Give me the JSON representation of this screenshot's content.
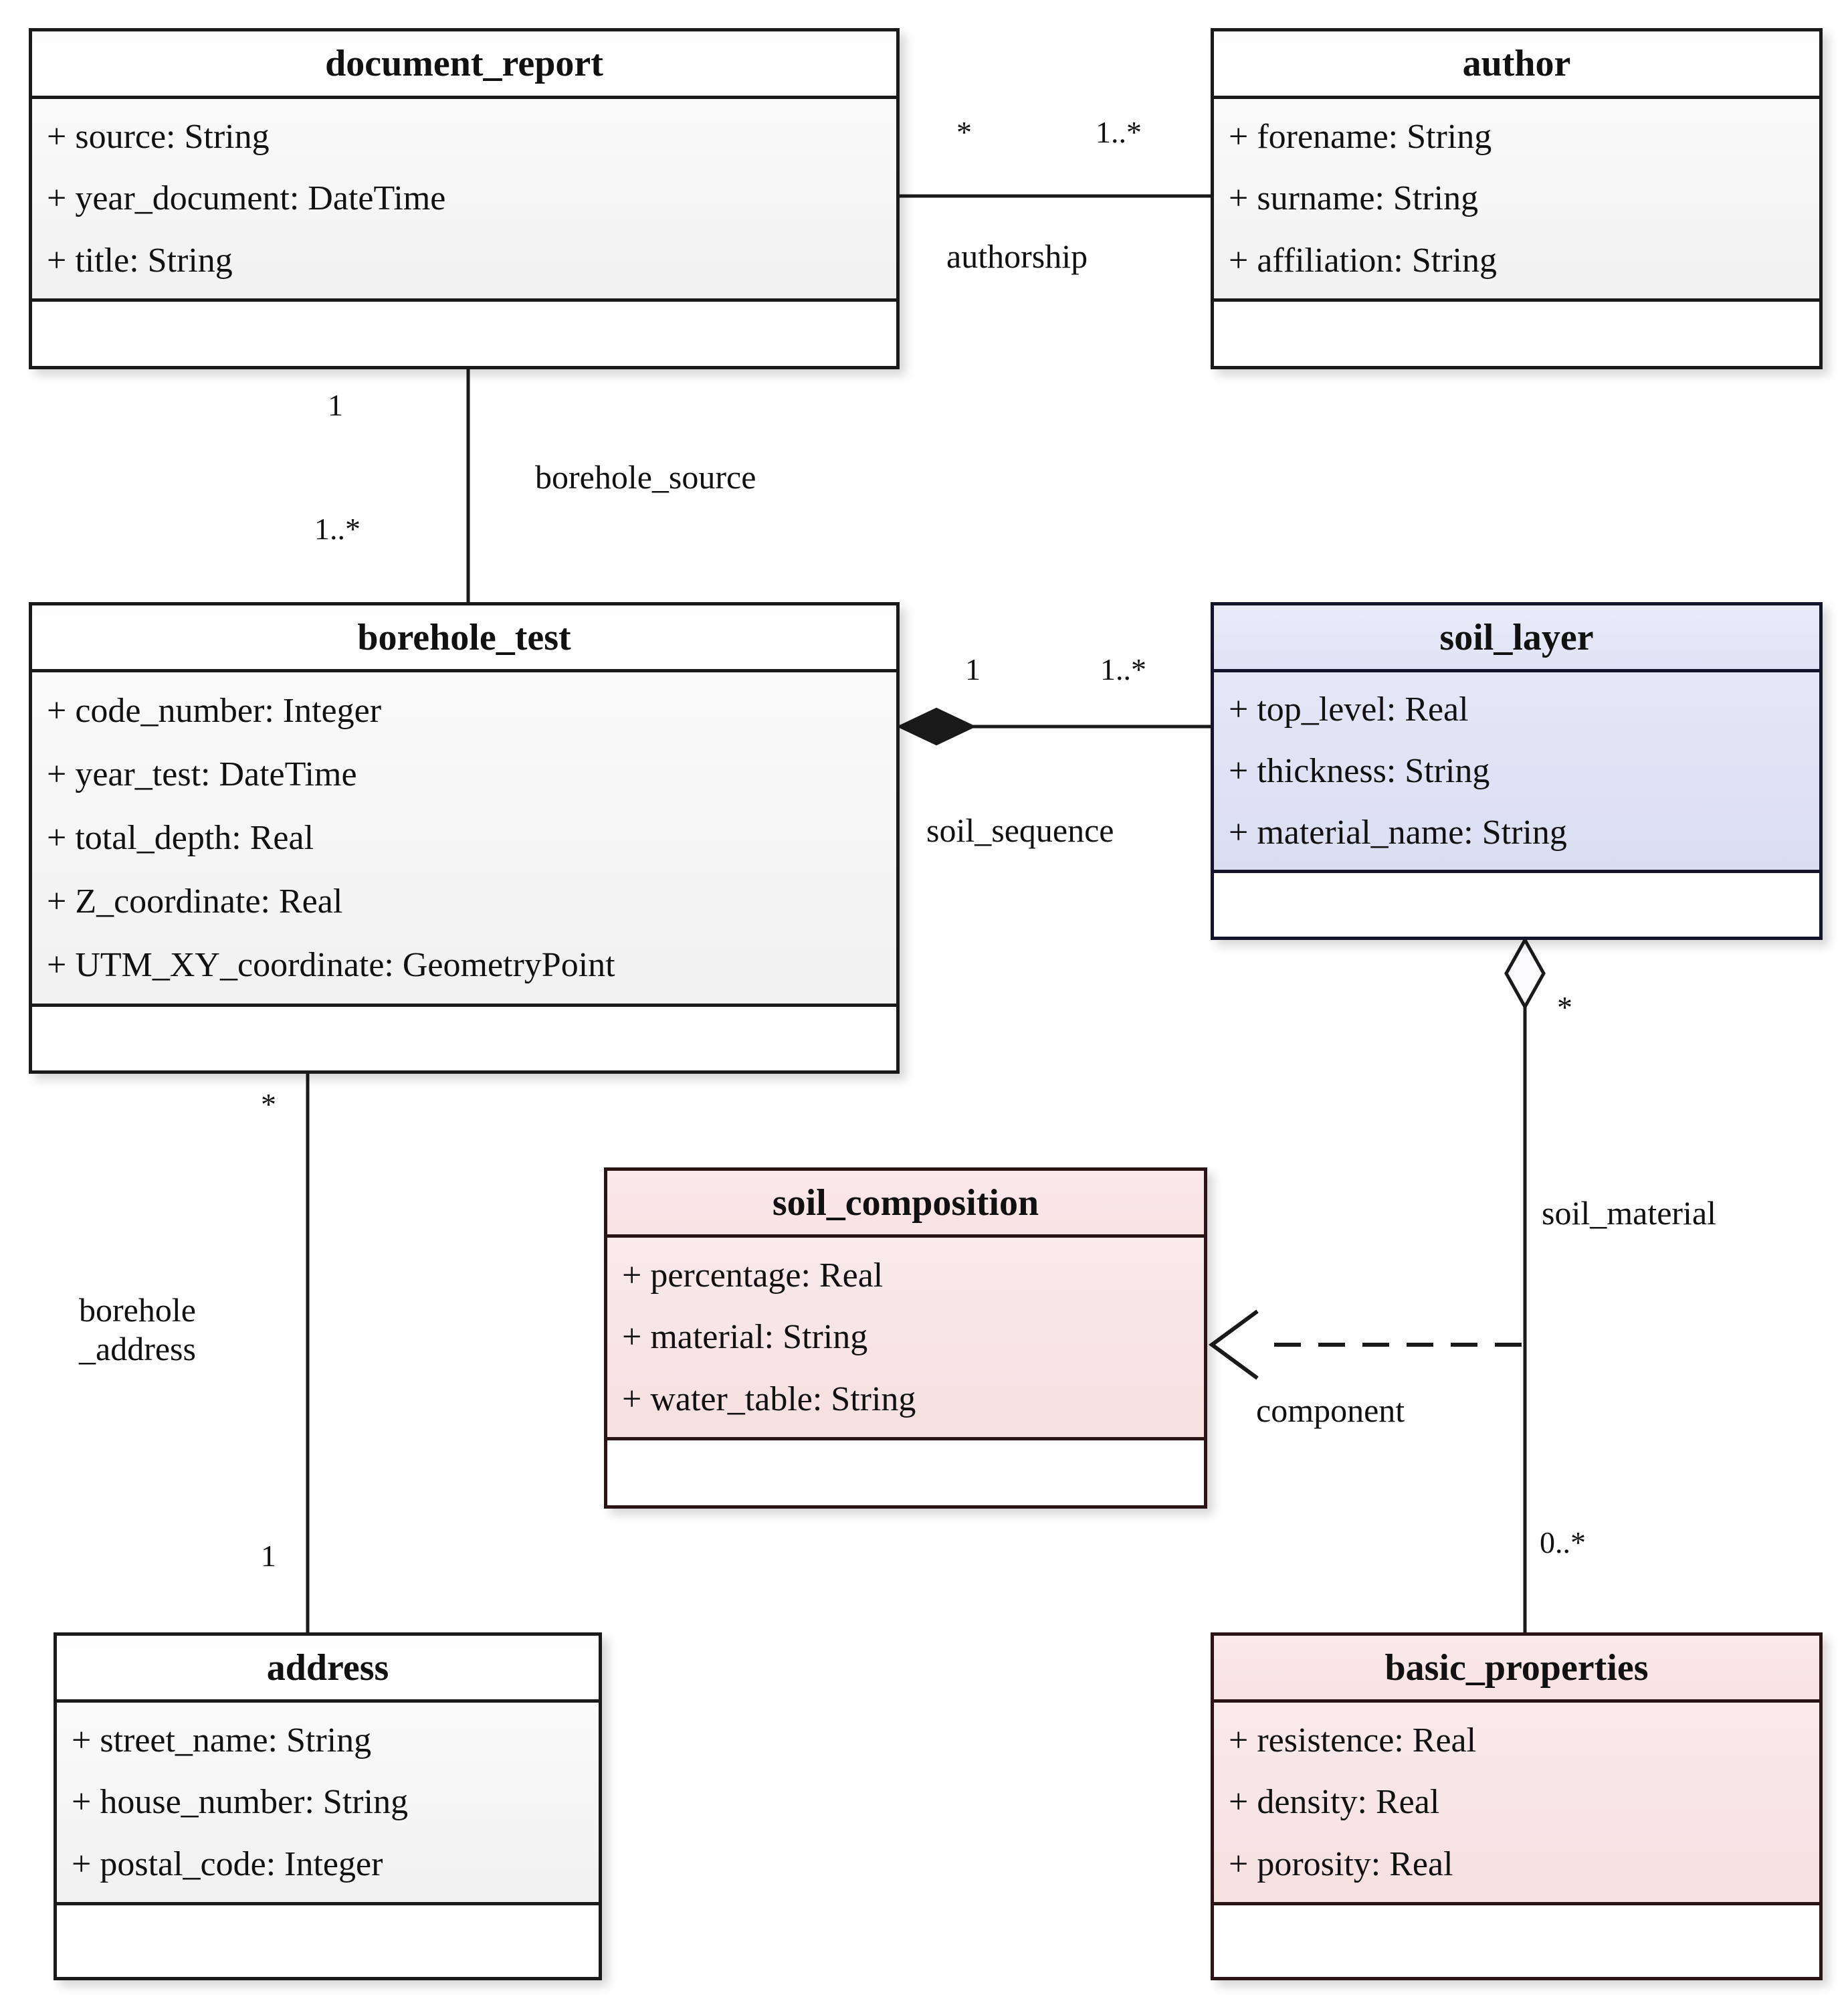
{
  "diagram": {
    "type": "uml-class-diagram",
    "colors": {
      "grey_fill": "#f2f2f2",
      "blue_fill": "#e0e3f5",
      "pink_fill": "#f8e3e3",
      "stroke": "#1a1a1a",
      "background": "#ffffff"
    }
  },
  "classes": [
    {
      "id": "document_report",
      "name": "document_report",
      "theme": "grey",
      "attributes": [
        "+ source: String",
        "+ year_document: DateTime",
        "+ title: String"
      ],
      "operations": []
    },
    {
      "id": "author",
      "name": "author",
      "theme": "grey",
      "attributes": [
        "+ forename: String",
        "+ surname: String",
        "+ affiliation: String"
      ],
      "operations": []
    },
    {
      "id": "borehole_test",
      "name": "borehole_test",
      "theme": "grey",
      "attributes": [
        "+ code_number: Integer",
        "+ year_test: DateTime",
        "+ total_depth: Real",
        "+ Z_coordinate: Real",
        "+ UTM_XY_coordinate: GeometryPoint"
      ],
      "operations": []
    },
    {
      "id": "soil_layer",
      "name": "soil_layer",
      "theme": "blue",
      "attributes": [
        "+ top_level: Real",
        "+ thickness: String",
        "+ material_name: String"
      ],
      "operations": []
    },
    {
      "id": "soil_composition",
      "name": "soil_composition",
      "theme": "pink",
      "attributes": [
        "+ percentage: Real",
        "+ material: String",
        "+ water_table: String"
      ],
      "operations": []
    },
    {
      "id": "address",
      "name": "address",
      "theme": "grey",
      "attributes": [
        "+ street_name: String",
        "+ house_number: String",
        "+ postal_code: Integer"
      ],
      "operations": []
    },
    {
      "id": "basic_properties",
      "name": "basic_properties",
      "theme": "pink",
      "attributes": [
        "+ resistence: Real",
        "+ density: Real",
        "+ porosity: Real"
      ],
      "operations": []
    }
  ],
  "relationships": [
    {
      "id": "authorship",
      "label": "authorship",
      "from": "document_report",
      "to": "author",
      "kind": "association",
      "source_multiplicity": "*",
      "target_multiplicity": "1..*"
    },
    {
      "id": "borehole_source",
      "label": "borehole_source",
      "from": "document_report",
      "to": "borehole_test",
      "kind": "association",
      "source_multiplicity": "1",
      "target_multiplicity": "1..*"
    },
    {
      "id": "soil_sequence",
      "label": "soil_sequence",
      "from": "borehole_test",
      "to": "soil_layer",
      "kind": "composition",
      "source_multiplicity": "1",
      "target_multiplicity": "1..*"
    },
    {
      "id": "borehole_address",
      "label": "borehole\n_address",
      "from": "borehole_test",
      "to": "address",
      "kind": "association",
      "source_multiplicity": "*",
      "target_multiplicity": "1"
    },
    {
      "id": "soil_material",
      "label": "soil_material",
      "from": "soil_layer",
      "to": "basic_properties",
      "kind": "aggregation",
      "source_multiplicity": "*",
      "target_multiplicity": "0..*"
    },
    {
      "id": "component",
      "label": "component",
      "from": "soil_material",
      "to": "soil_composition",
      "kind": "dependency",
      "source_multiplicity": "",
      "target_multiplicity": ""
    }
  ]
}
